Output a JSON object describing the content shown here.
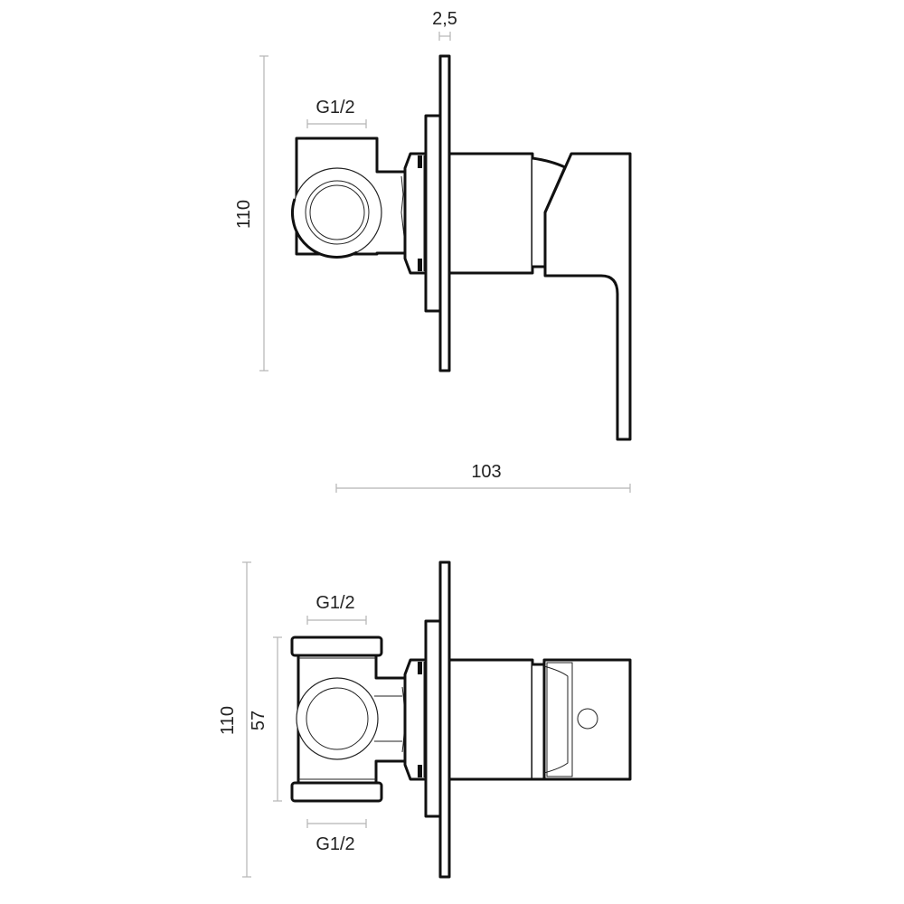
{
  "drawing": {
    "top_view": {
      "dimensions": {
        "plate_thickness": "2,5",
        "thread_size": "G1/2",
        "height": "110",
        "depth": "103"
      }
    },
    "bottom_view": {
      "dimensions": {
        "height": "110",
        "body_height": "57",
        "thread_size_top": "G1/2",
        "thread_size_bottom": "G1/2"
      }
    }
  }
}
